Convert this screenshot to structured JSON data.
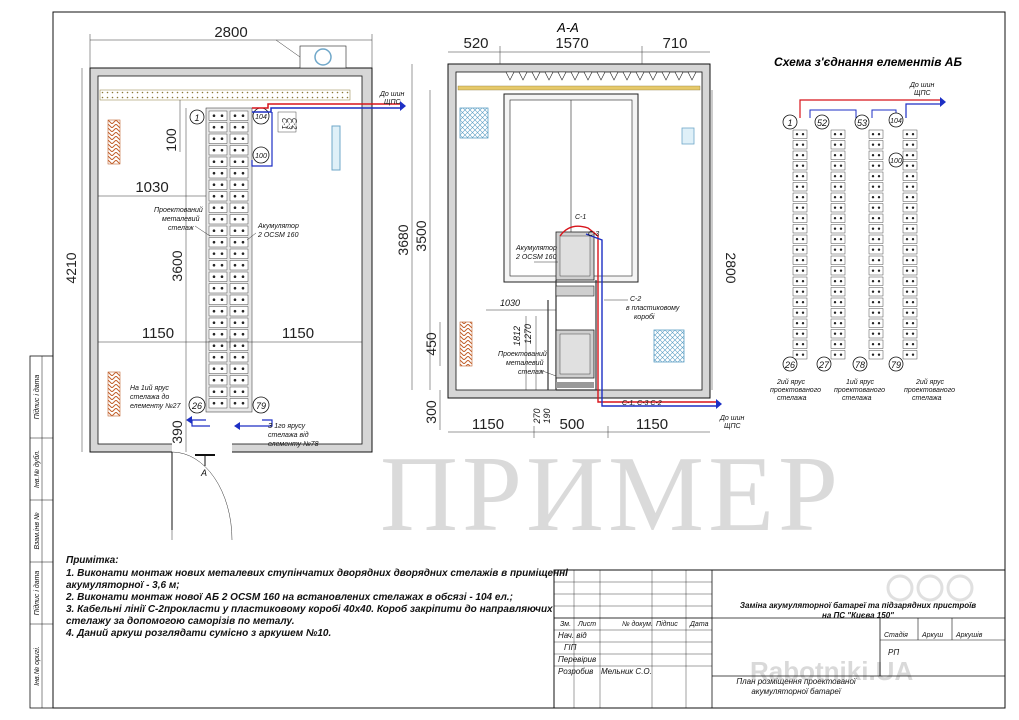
{
  "dimensions": {
    "plan_width": "2800",
    "plan_height": "4210",
    "plan_1030": "1030",
    "plan_100": "100",
    "plan_3600": "3600",
    "plan_1150_left": "1150",
    "plan_1150_right": "1150",
    "plan_390": "390",
    "sec_520": "520",
    "sec_1570": "1570",
    "sec_710": "710",
    "sec_3680": "3680",
    "sec_3500": "3500",
    "sec_2800": "2800",
    "sec_450": "450",
    "sec_300": "300",
    "sec_1030": "1030",
    "sec_1812": "1812",
    "sec_1270": "1270",
    "sec_270": "270",
    "sec_190": "190",
    "sec_1150_left": "1150",
    "sec_500": "500",
    "sec_1150_right": "1150"
  },
  "plan": {
    "section_mark": "А",
    "elem_1": "1",
    "elem_104": "104",
    "elem_100": "100",
    "elem_26": "26",
    "elem_79": "79",
    "cable_c1": "С-1",
    "cable_c2": "С-2",
    "cable_c3": "С-3",
    "to_bus_line1": "До шин",
    "to_bus_line2": "ЩПС",
    "rack_label_1": "Проектований",
    "rack_label_2": "металевий",
    "rack_label_3": "стелаж",
    "acc_label_1": "Акумулятор",
    "acc_label_2": "2 OCSM 160",
    "tier1_1": "На 1ий ярус",
    "tier1_2": "стелажа до",
    "tier1_3": "елементу №27",
    "tier2_1": "З 1го ярусу",
    "tier2_2": "стелажа від",
    "tier2_3": "елементу №78"
  },
  "section": {
    "title": "А-А",
    "c1": "С-1",
    "c3": "С-3",
    "c2": "С-2",
    "c2_note_1": "в пластиковому",
    "c2_note_2": "коробі",
    "acc_label_1": "Акумулятор",
    "acc_label_2": "2 OCSM 160",
    "rack_label_1": "Проектований",
    "rack_label_2": "металевий",
    "rack_label_3": "стелаж",
    "cables_bottom": "С-1, С-3 С-2",
    "to_bus_line1": "До шин",
    "to_bus_line2": "ЩПС"
  },
  "scheme": {
    "title": "Схема з'єднання елементів АБ",
    "to_bus_line1": "До шин",
    "to_bus_line2": "ЩПС",
    "top_1": "1",
    "top_52": "52",
    "top_53": "53",
    "top_104": "104",
    "mid_100": "100",
    "bot_26": "26",
    "bot_27": "27",
    "bot_78": "78",
    "bot_79": "79",
    "cap1_1": "2ий ярус",
    "cap1_2": "проектованого",
    "cap1_3": "стелажа",
    "cap2_1": "1ий ярус",
    "cap2_2": "проектованого",
    "cap2_3": "стелажа",
    "cap3_1": "2ий ярус",
    "cap3_2": "проектованого",
    "cap3_3": "стелажа"
  },
  "notes": {
    "heading": "Примітка:",
    "line1a": "1. Виконати монтаж нових металевих ступінчатих дворядних дворядних стелажів в приміщенні",
    "line1b": "акумуляторної - 3,6 м;",
    "line2": "2. Виконати монтаж нової АБ 2 OCSM 160 на встановлених стелажах в обсязі - 104 ел.;",
    "line3a": "3. Кабельні лінії С-2прокласти у пластиковому коробі 40х40. Короб закріпити до направляючих",
    "line3b": "стелажу за допомогою саморізів по металу.",
    "line4": "4. Даний аркуш розглядати сумісно з аркушем №10."
  },
  "watermark": {
    "text": "ПРИМЕР",
    "site": "Rabotniki.UA"
  },
  "side_stamp": {
    "field1": "Підпис і дата",
    "field2": "Інв.№ дубл.",
    "field3": "Взам.інв №",
    "field4": "Підпис і дата",
    "field5": "Інв.№ оригі."
  },
  "title_block": {
    "col_zm": "Зм.",
    "col_list": "Лист",
    "col_doc": "№ докум.",
    "col_sign": "Підпис",
    "col_date": "Дата",
    "role_nach": "Нач. від",
    "role_gip": "ГІП",
    "role_check": "Перевірив",
    "role_dev": "Розробив",
    "dev_name": "Мельник С.О.",
    "project_line1": "Заміна акумуляторної батареї та підзарядних пристроїв",
    "project_line2": "на ПС \"Києва 150\"",
    "stage_h": "Стадія",
    "sheet_h": "Аркуш",
    "sheets_h": "Аркушів",
    "stage_v": "РП",
    "drawing_line1": "План розміщення проектованої",
    "drawing_line2": "акумуляторної батареї"
  },
  "colors": {
    "cable_red": "#d8141b",
    "cable_blue": "#1d2fc4",
    "heater": "#c2622e",
    "vent": "#6fa7c9",
    "wall": "#d6d6d6",
    "lamp": "#e6c96a"
  }
}
